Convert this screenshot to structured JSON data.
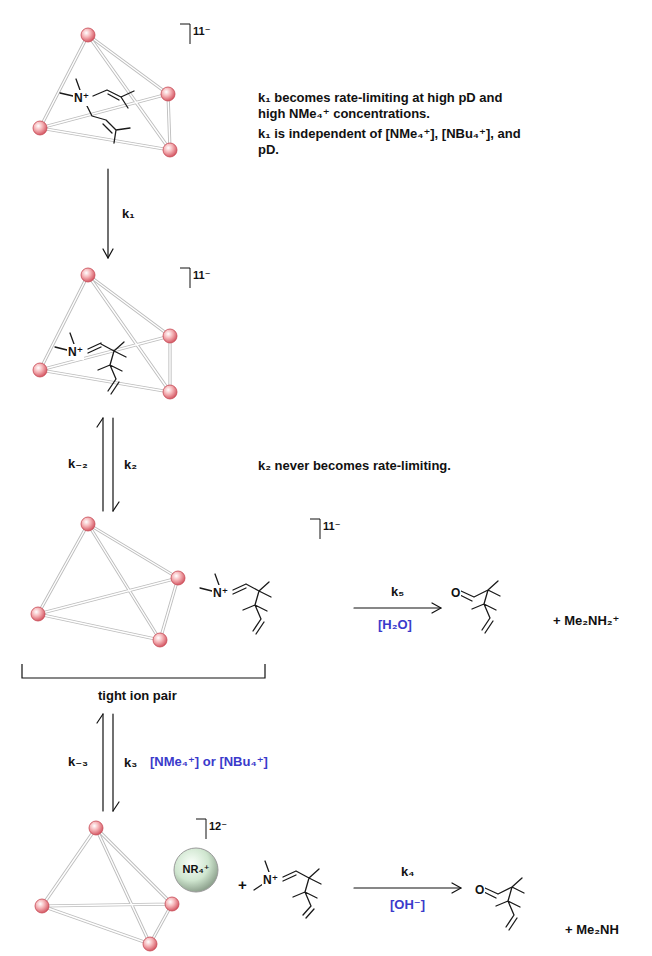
{
  "diagram": {
    "nodes": [
      {
        "text": [
          "11⁻",
          "N⁺"
        ]
      },
      {
        "text": [
          "11⁻",
          "N⁺"
        ]
      },
      {
        "text": [
          "11⁻",
          "N⁺",
          "tight ion pair"
        ]
      },
      {
        "text": [
          "O",
          "+ Me₂NH₂⁺"
        ]
      },
      {
        "text": [
          "12⁻",
          "NR₄⁺"
        ]
      },
      {
        "text": [
          "N⁺"
        ]
      },
      {
        "text": [
          "O",
          "+ Me₂NH"
        ]
      }
    ],
    "edges": [
      {
        "from": 0,
        "to": 1,
        "arrow": "to",
        "label": "k₁"
      },
      {
        "from": 1,
        "to": 2,
        "arrow": "both",
        "label": "k₂"
      },
      {
        "from": 2,
        "to": 3,
        "arrow": "to",
        "label": "k₅"
      },
      {
        "from": 2,
        "to": 4,
        "arrow": "both",
        "label": "k₃"
      },
      {
        "from": 5,
        "to": 6,
        "arrow": "to",
        "label": "k₄"
      }
    ],
    "labels": [
      "k₁ becomes rate-limiting at high pD and high NMe₄⁺ concentrations.",
      "k₁ is independent of [NMe₄⁺], [NBu₄⁺], and pD.",
      "k₋₂",
      "k₂ never becomes rate-limiting.",
      "[H₂O]",
      "k₋₃",
      "[NMe₄⁺] or [NBu₄⁺]",
      "+",
      "[OH⁻]"
    ]
  }
}
